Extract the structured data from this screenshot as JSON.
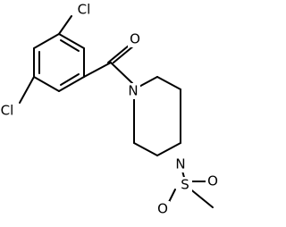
{
  "molecule": {
    "atoms": {
      "cl_top": "Cl",
      "cl_bottom": "Cl",
      "o_carbonyl": "O",
      "n_amide": "N",
      "n_sulfonyl": "N",
      "s_sulfonyl": "S",
      "o_sulfonyl_right": "O",
      "o_sulfonyl_left": "O"
    }
  }
}
